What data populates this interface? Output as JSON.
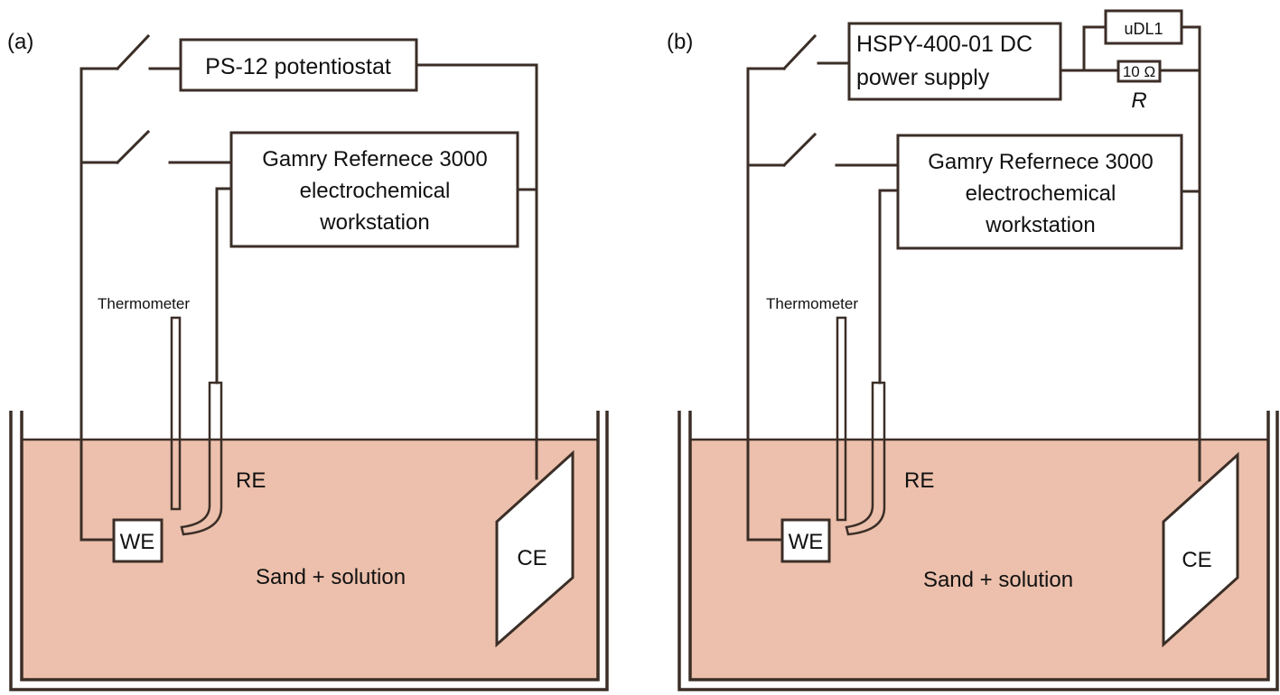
{
  "colors": {
    "liquid": "#ecc0ac",
    "line": "#3b2e27",
    "box_fill": "#ffffff"
  },
  "panel_a": {
    "tag": "(a)",
    "potentiostat": "PS-12 potentiostat",
    "workstation": [
      "Gamry Refernece 3000",
      "electrochemical",
      "workstation"
    ],
    "thermometer": "Thermometer",
    "re": "RE",
    "we": "WE",
    "ce": "CE",
    "medium": "Sand + solution"
  },
  "panel_b": {
    "tag": "(b)",
    "power_supply": [
      "HSPY-400-01 DC",
      "power supply"
    ],
    "logger": "uDL1",
    "resistor_value": "10 Ω",
    "resistor_symbol": "R",
    "workstation": [
      "Gamry Refernece 3000",
      "electrochemical",
      "workstation"
    ],
    "thermometer": "Thermometer",
    "re": "RE",
    "we": "WE",
    "ce": "CE",
    "medium": "Sand + solution"
  }
}
